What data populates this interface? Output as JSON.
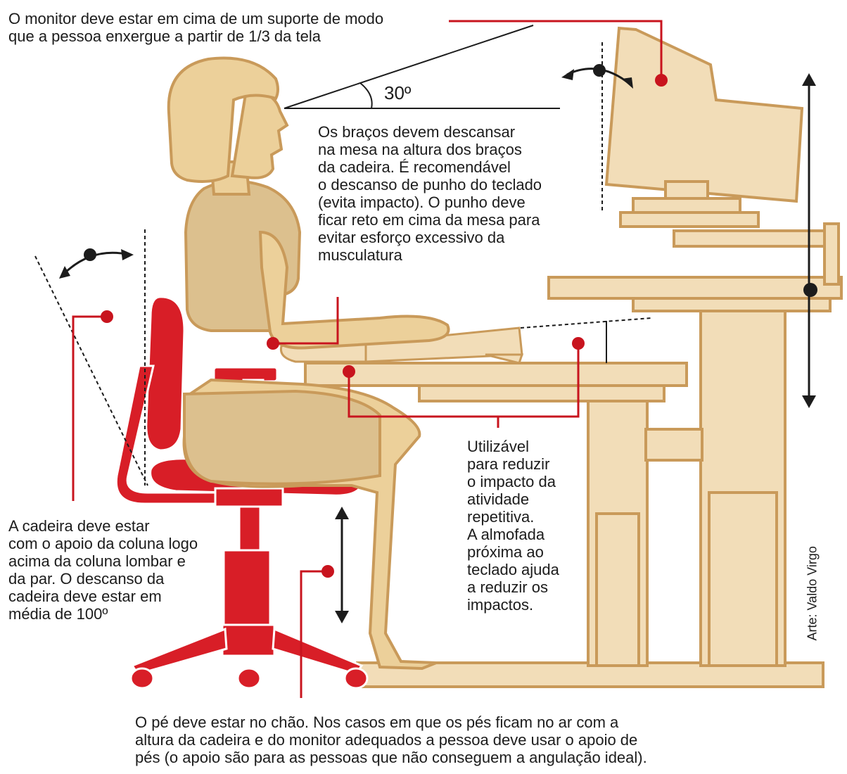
{
  "annotations": {
    "monitor_height": [
      "O monitor deve estar em cima de um suporte de modo",
      "que a pessoa enxergue a partir de 1/3 da tela"
    ],
    "view_angle": "30º",
    "arms_rest": [
      "Os braços devem descansar",
      "na mesa na altura dos braços",
      "da cadeira. É recomendável",
      "o descanso de punho do teclado",
      "(evita impacto). O punho deve",
      "ficar reto em cima da mesa para",
      "evitar esforço excessivo da",
      "musculatura"
    ],
    "wrist_pad": [
      "Utilizável",
      "para reduzir",
      "o impacto da",
      "atividade",
      "repetitiva.",
      "A almofada",
      "próxima ao",
      "teclado ajuda",
      "a reduzir os",
      "impactos."
    ],
    "chair_support": [
      "A cadeira deve estar",
      "com o apoio da coluna logo",
      "acima da coluna lombar e",
      "da par. O descanso da",
      "cadeira deve estar em",
      "média de 100º"
    ],
    "feet": [
      "O pé deve estar no chão. Nos casos em que os pés ficam no ar com a",
      "altura da cadeira e do monitor adequados a pessoa deve usar o apoio de",
      "pés (o apoio são para as pessoas que não conseguem a angulação ideal)."
    ]
  },
  "credit": "Arte: Valdo Virgo",
  "colors": {
    "furniture_fill": "#f2ddb8",
    "furniture_stroke": "#c99a5a",
    "figure_fill": "#ecd09a",
    "figure_shirt": "#dcc08e",
    "chair_red": "#d81e27",
    "callout_red": "#c8141e",
    "ink": "#1c1c1c"
  }
}
